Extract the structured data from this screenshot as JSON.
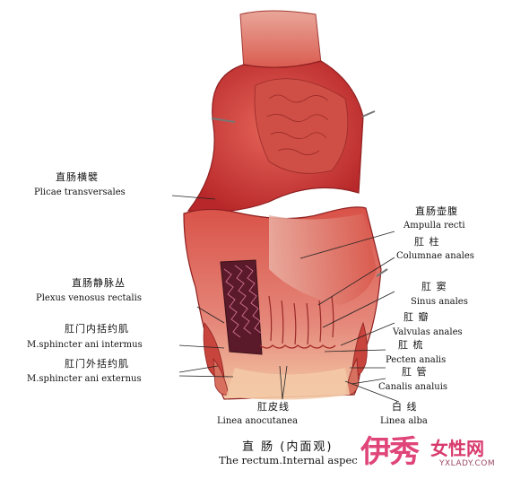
{
  "labels": {
    "plicae_zh": "直肠横襞",
    "plicae_en": "Plicae transversales",
    "ampulla_zh": "直肠壶腹",
    "ampulla_en": "Ampulla recti",
    "columnae_zh": "肛 柱",
    "columnae_en": "Columnae anales",
    "plexus_zh": "直肠静脉丛",
    "plexus_en": "Plexus venosus rectalis",
    "sinus_zh": "肛 窦",
    "sinus_en": "Sinus anales",
    "valvulae_zh": "肛 瓣",
    "valvulae_en": "Valvulas anales",
    "internus_zh": "肛门内括约肌",
    "internus_en": "M.sphincter ani intermus",
    "pecten_zh": "肛 梳",
    "pecten_en": "Pecten analis",
    "externus_zh": "肛门外括约肌",
    "externus_en": "M.sphincter ani externus",
    "canalis_zh": "肛 管",
    "canalis_en": "Canalis analuis",
    "anocutanea_zh": "肛皮线",
    "anocutanea_en": "Linea anocutanea",
    "alba_zh": "白 线",
    "alba_en": "Linea alba"
  },
  "caption": {
    "zh": "直 肠 (内面观)",
    "en": "The rectum.Internal aspec"
  },
  "watermark": {
    "brand": "伊秀",
    "site_name": "女性网",
    "url": "YXLADY.COM"
  },
  "colors": {
    "tissue_dark": "#b8282a",
    "tissue_mid": "#d9534a",
    "tissue_light": "#e8a49a",
    "skin": "#f3c9a6",
    "watermark": "#e0457a"
  }
}
